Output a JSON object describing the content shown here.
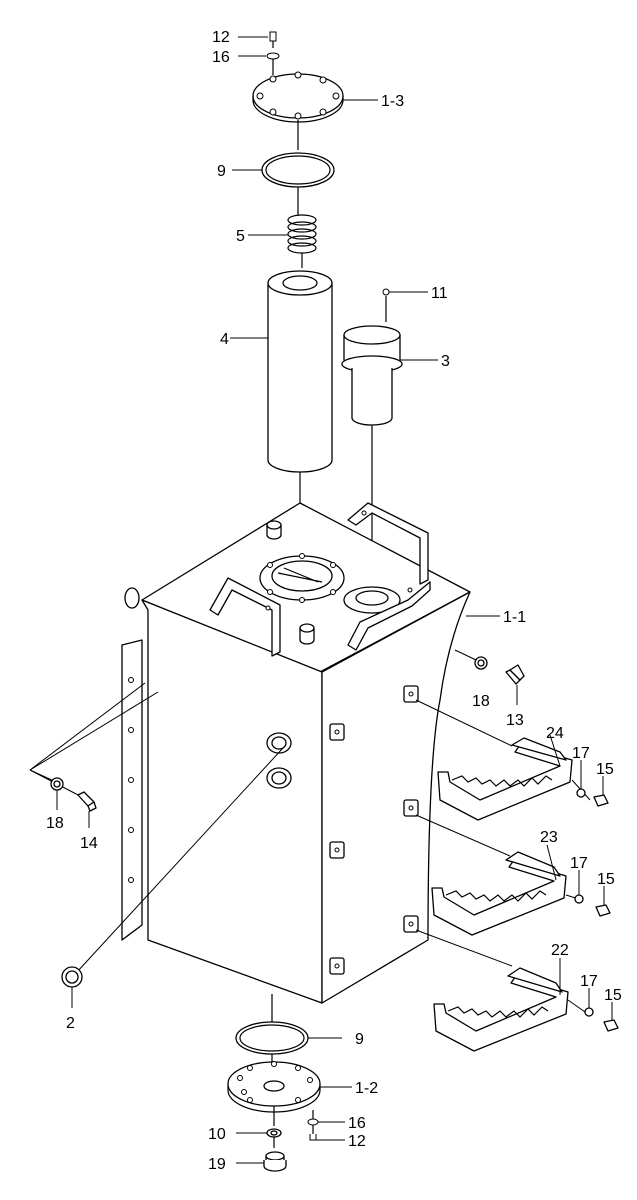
{
  "diagram": {
    "labels": {
      "c12_top": "12",
      "c16_top": "16",
      "c1_3": "1-3",
      "c9_top": "9",
      "c5": "5",
      "c4": "4",
      "c11": "11",
      "c3": "3",
      "c1_1": "1-1",
      "c18_right": "18",
      "c13": "13",
      "c24": "24",
      "c17_a": "17",
      "c15_a": "15",
      "c18_left": "18",
      "c14": "14",
      "c23": "23",
      "c17_b": "17",
      "c15_b": "15",
      "c22": "22",
      "c17_c": "17",
      "c15_c": "15",
      "c2": "2",
      "c9_bottom": "9",
      "c1_2": "1-2",
      "c16_bottom": "16",
      "c10": "10",
      "c12_bottom": "12",
      "c19": "19"
    }
  }
}
